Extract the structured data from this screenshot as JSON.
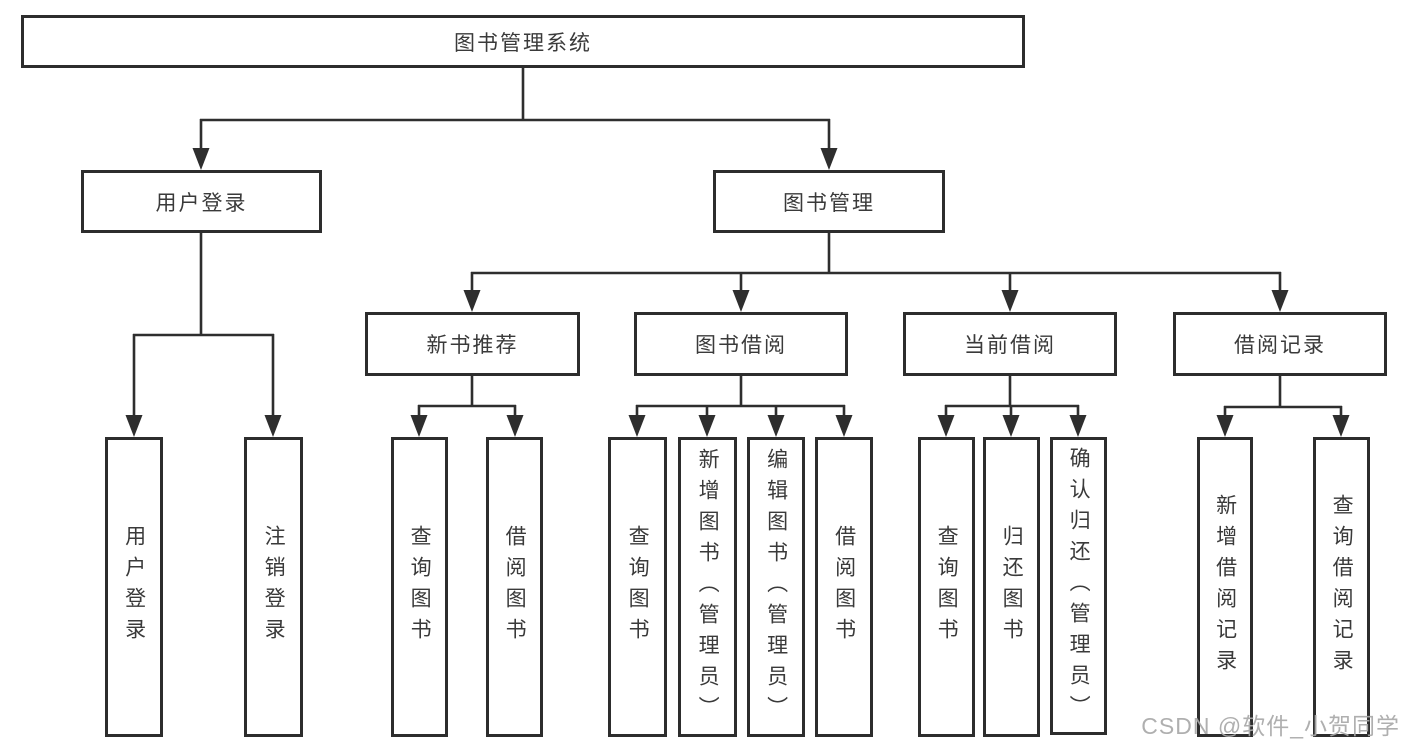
{
  "watermark": "CSDN @软件_小贺同学",
  "colors": {
    "line": "#2e2e2e",
    "box_border": "#2d2d2d",
    "box_background": "#ffffff",
    "text": "#3a3a3a",
    "watermark": "#a8a8a8",
    "page_background": "#ffffff"
  },
  "tree": {
    "label": "图书管理系统",
    "children": [
      {
        "label": "用户登录",
        "children": [
          {
            "label": "用户登录"
          },
          {
            "label": "注销登录"
          }
        ]
      },
      {
        "label": "图书管理",
        "children": [
          {
            "label": "新书推荐",
            "children": [
              {
                "label": "查询图书"
              },
              {
                "label": "借阅图书"
              }
            ]
          },
          {
            "label": "图书借阅",
            "children": [
              {
                "label": "查询图书"
              },
              {
                "label": "新增图书（管理员）"
              },
              {
                "label": "编辑图书（管理员）"
              },
              {
                "label": "借阅图书"
              }
            ]
          },
          {
            "label": "当前借阅",
            "children": [
              {
                "label": "查询图书"
              },
              {
                "label": "归还图书"
              },
              {
                "label": "确认归还（管理员）"
              }
            ]
          },
          {
            "label": "借阅记录",
            "children": [
              {
                "label": "新增借阅记录"
              },
              {
                "label": "查询借阅记录"
              }
            ]
          }
        ]
      }
    ]
  }
}
